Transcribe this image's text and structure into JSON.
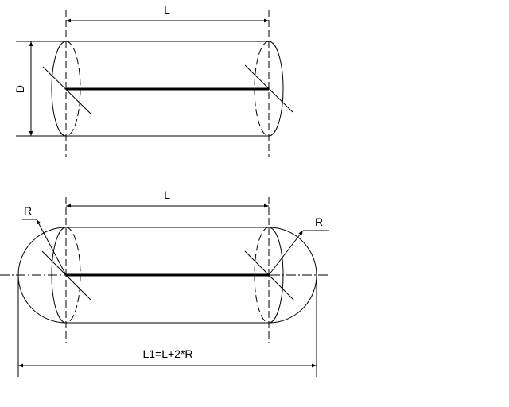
{
  "figure_top": {
    "length_label": "L",
    "diameter_label": "D"
  },
  "figure_bottom": {
    "length_label": "L",
    "radius_left_label": "R",
    "radius_right_label": "R",
    "total_length_label": "L1=L+2*R"
  }
}
